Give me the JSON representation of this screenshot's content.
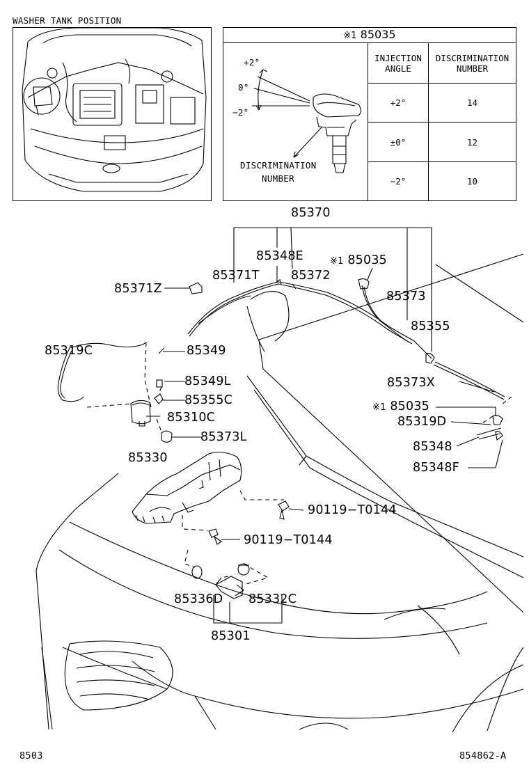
{
  "inset": {
    "title": "WASHER TANK POSITION"
  },
  "detail": {
    "header_mark": "※1",
    "header_part": "85035",
    "angle_plus": "+2°",
    "angle_zero": "0°",
    "angle_minus": "−2°",
    "callout_line1": "DISCRIMINATION",
    "callout_line2": "NUMBER",
    "table": {
      "col1_line1": "INJECTION",
      "col1_line2": "ANGLE",
      "col2_line1": "DISCRIMINATION",
      "col2_line2": "NUMBER",
      "rows": [
        {
          "angle": "+2°",
          "number": "14"
        },
        {
          "angle": "±0°",
          "number": "12"
        },
        {
          "angle": "−2°",
          "number": "10"
        }
      ]
    }
  },
  "parts": {
    "p85370": "85370",
    "p85348E": "85348E",
    "p85035_top": "85035",
    "p85035_top_mark": "※1",
    "p85371T": "85371T",
    "p85372": "85372",
    "p85371Z": "85371Z",
    "p85373": "85373",
    "p85355": "85355",
    "p85319C": "85319C",
    "p85349": "85349",
    "p85373X": "85373X",
    "p85349L": "85349L",
    "p85355C": "85355C",
    "p85035_mid": "85035",
    "p85035_mid_mark": "※1",
    "p85310C": "85310C",
    "p85319D": "85319D",
    "p85373L": "85373L",
    "p85348": "85348",
    "p85330": "85330",
    "p85348F": "85348F",
    "p90119_a": "90119−T0144",
    "p90119_b": "90119−T0144",
    "p85336D": "85336D",
    "p85332C": "85332C",
    "p85301": "85301"
  },
  "footer": {
    "left": "8503",
    "right": "854862-A"
  }
}
